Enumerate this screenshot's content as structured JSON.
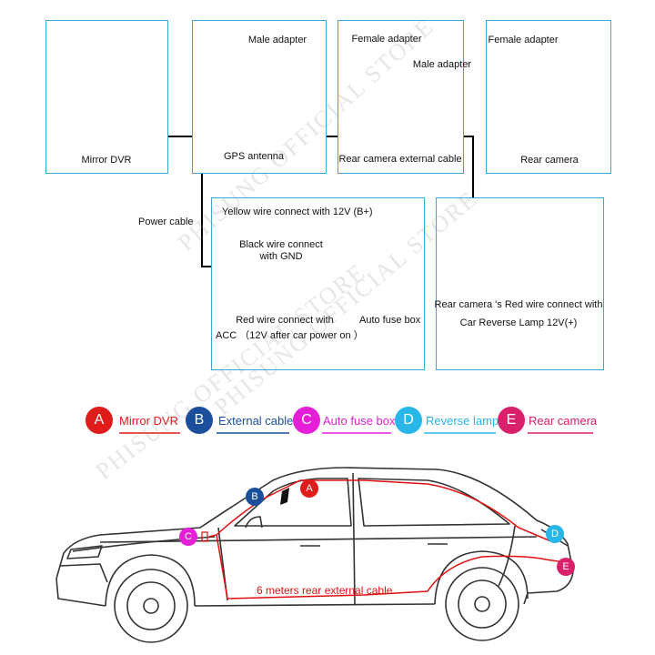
{
  "boxes": {
    "mirror_dvr": {
      "label": "Mirror DVR"
    },
    "gps": {
      "male_adapter": "Male adapter",
      "label": "GPS antenna"
    },
    "rear_cable": {
      "female_adapter": "Female adapter",
      "male_adapter": "Male adapter",
      "label": "Rear camera external cable"
    },
    "rear_camera": {
      "female_adapter": "Female adapter",
      "label": "Rear camera"
    },
    "fuse": {
      "yellow": "Yellow wire connect with 12V  (B+)",
      "black_1": "Black wire connect",
      "black_2": "with GND",
      "red_1": "Red wire connect with",
      "red_2": "ACC （12V after car power on ）",
      "auto_fuse_box": "Auto fuse box"
    },
    "reverse": {
      "line1": "Rear camera 's Red wire connect with",
      "line2": "Car Reverse Lamp 12V(+)"
    }
  },
  "power_cable": "Power cable",
  "legend": [
    {
      "letter": "A",
      "text": "Mirror DVR",
      "color": "#e01b1b",
      "text_color": "#e01b1b"
    },
    {
      "letter": "B",
      "text": "External cable",
      "color": "#1b4f9c",
      "text_color": "#1b4f9c"
    },
    {
      "letter": "C",
      "text": "Auto fuse box",
      "color": "#e51fd8",
      "text_color": "#e51fd8"
    },
    {
      "letter": "D",
      "text": "Reverse lamp",
      "color": "#29b6e8",
      "text_color": "#29b6e8"
    },
    {
      "letter": "E",
      "text": "Rear camera",
      "color": "#d9206a",
      "text_color": "#d9206a"
    }
  ],
  "car": {
    "cable_label": "6 meters rear external cable",
    "badges": [
      "A",
      "B",
      "C",
      "D",
      "E"
    ]
  },
  "watermark": "PHISUNG OFFICIAL STORE",
  "colors": {
    "box_border": "#3aa7d9",
    "wire_black": "#000000",
    "wire_red": "#e01010",
    "wire_yellow": "#f2c400"
  }
}
